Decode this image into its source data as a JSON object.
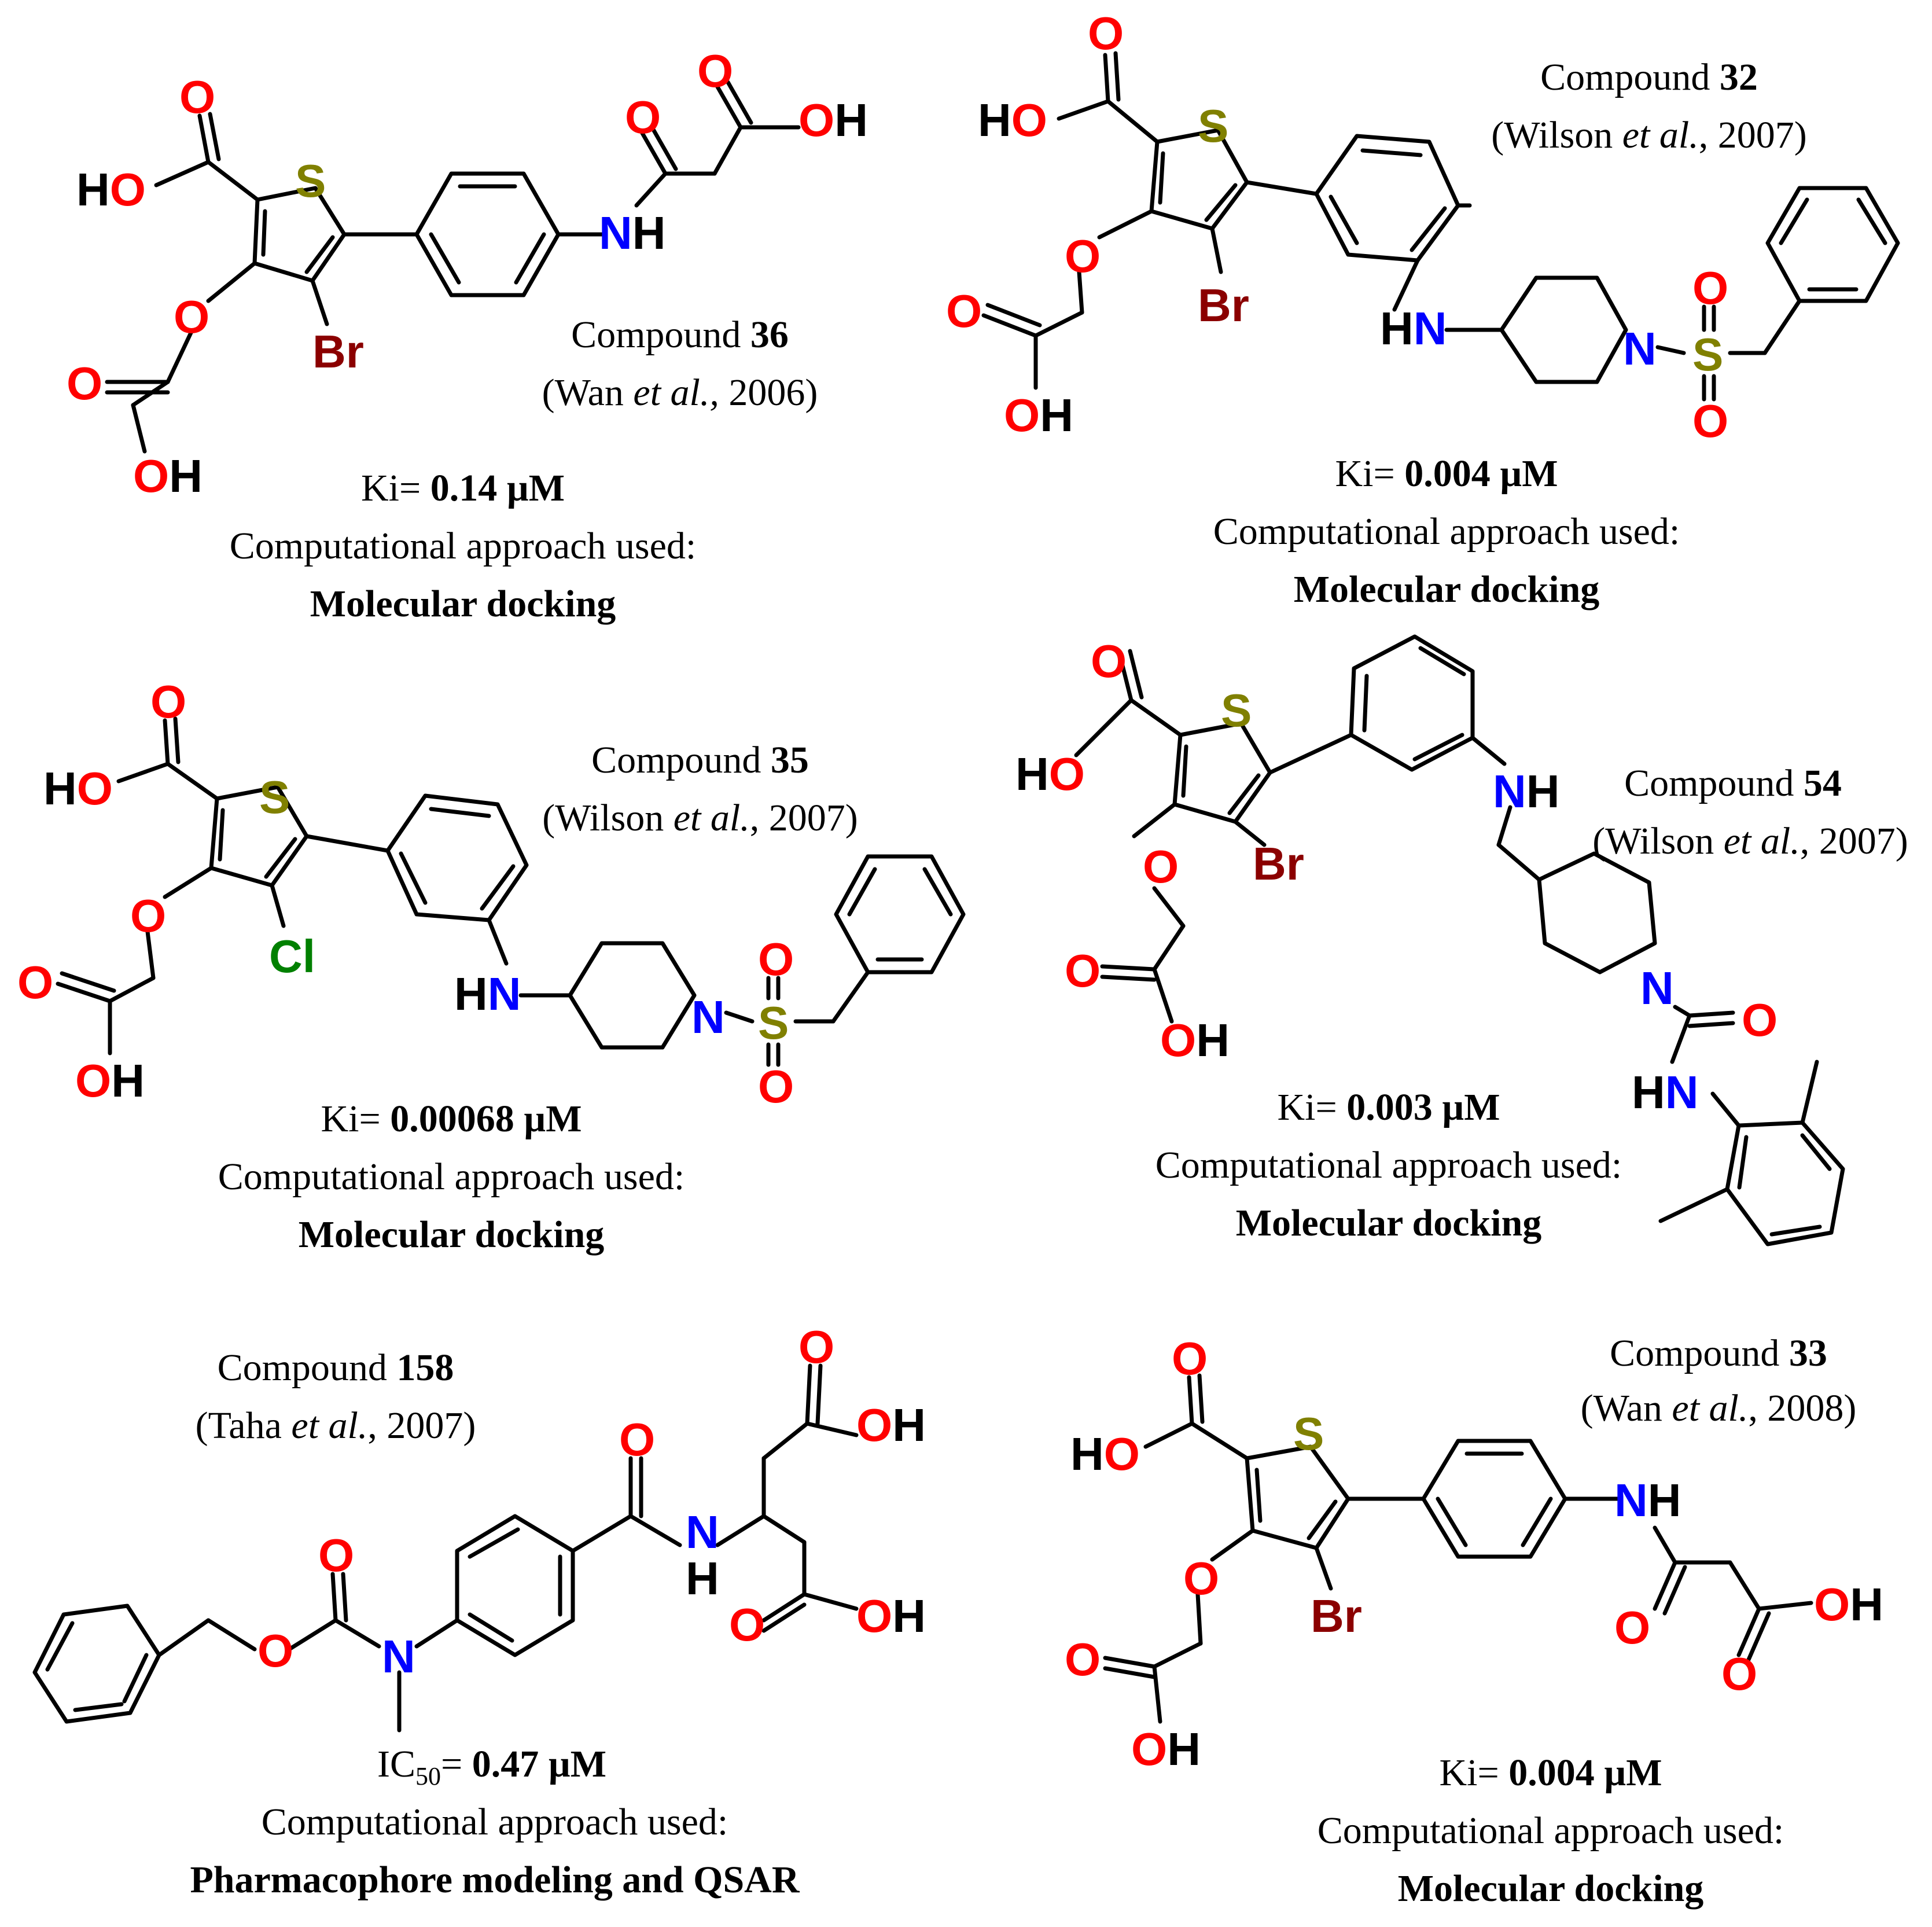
{
  "colors": {
    "oxygen": "#ff0000",
    "nitrogen": "#0000ff",
    "sulfur": "#808000",
    "bromine": "#8b0000",
    "chlorine": "#008000",
    "carbon": "#000000"
  },
  "compounds": [
    {
      "compound_label": "Compound",
      "number": "36",
      "ref_pre": "(Wan ",
      "ref_ital": "et al.,",
      "ref_post": " 2006)",
      "activity_label": "Ki=",
      "activity_value": "0.14 µM",
      "approach_label": "Computational approach used:",
      "approach": "Molecular docking"
    },
    {
      "compound_label": "Compound",
      "number": "32",
      "ref_pre": "(Wilson ",
      "ref_ital": "et al.",
      "ref_post": ", 2007)",
      "activity_label": "Ki=",
      "activity_value": "0.004 µM",
      "approach_label": "Computational approach used:",
      "approach": "Molecular docking"
    },
    {
      "compound_label": "Compound",
      "number": "35",
      "ref_pre": "(Wilson ",
      "ref_ital": "et al.",
      "ref_post": ", 2007)",
      "activity_label": "Ki=",
      "activity_value": "0.00068 µM",
      "approach_label": "Computational approach used:",
      "approach": "Molecular docking"
    },
    {
      "compound_label": "Compound",
      "number": "54",
      "ref_pre": "(Wilson ",
      "ref_ital": "et al.",
      "ref_post": ", 2007)",
      "activity_label": "Ki=",
      "activity_value": "0.003 µM",
      "approach_label": "Computational approach used:",
      "approach": "Molecular docking"
    },
    {
      "compound_label": "Compound",
      "number": "158",
      "ref_pre": "(Taha ",
      "ref_ital": "et al.",
      "ref_post": ", 2007)",
      "activity_label": "IC",
      "activity_sub": "50",
      "activity_eq": "=",
      "activity_value": "0.47 µM",
      "approach_label": "Computational approach used:",
      "approach": "Pharmacophore modeling and QSAR"
    },
    {
      "compound_label": "Compound",
      "number": "33",
      "ref_pre": "(Wan ",
      "ref_ital": "et al.",
      "ref_post": ", 2008)",
      "activity_label": "Ki=",
      "activity_value": "0.004 µM",
      "approach_label": "Computational approach used:",
      "approach": "Molecular docking"
    }
  ],
  "atoms": {
    "O": "O",
    "OH": "OH",
    "HO": "HO",
    "S": "S",
    "Br": "Br",
    "Cl": "Cl",
    "NH": "NH",
    "HN": "HN",
    "N": "N",
    "H": "H"
  }
}
